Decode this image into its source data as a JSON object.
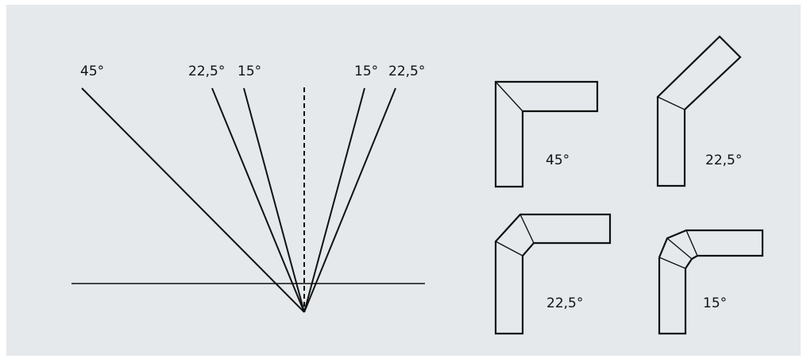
{
  "colors": {
    "panel": "#e5e9ec",
    "stroke": "#111111",
    "text": "#111111"
  },
  "fan_diagram": {
    "left_labels": {
      "angle_45": "45°",
      "angle_22_5": "22,5°",
      "angle_15": "15°"
    },
    "right_labels": {
      "angle_15": "15°",
      "angle_22_5": "22,5°"
    }
  },
  "elbows": {
    "elbow_45": {
      "label": "45°"
    },
    "elbow_22_5_tilted": {
      "label": "22,5°"
    },
    "elbow_22_5_two_seg": {
      "label": "22,5°"
    },
    "elbow_15": {
      "label": "15°"
    }
  }
}
